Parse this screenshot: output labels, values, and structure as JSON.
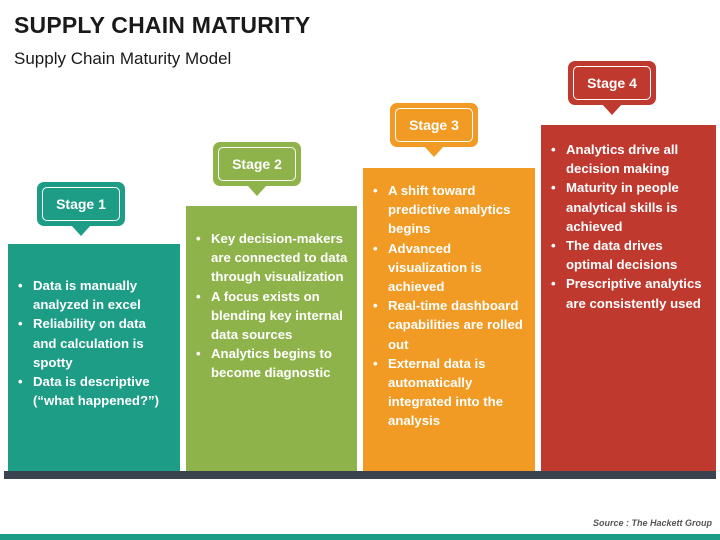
{
  "header": {
    "title": "SUPPLY CHAIN MATURITY",
    "subtitle": "Supply Chain Maturity Model"
  },
  "stages": [
    {
      "label": "Stage 1",
      "color": "#1d9d86",
      "badge_text_color": "#ffffff",
      "bullets": [
        "Data is manually analyzed in excel",
        "Reliability on data and calculation is spotty",
        "Data is descriptive (“what happened?”)"
      ]
    },
    {
      "label": "Stage 2",
      "color": "#8eb34a",
      "badge_text_color": "#ffffff",
      "bullets": [
        "Key decision-makers are connected to data through visualization",
        "A focus exists on blending key internal data sources",
        "Analytics begins to become diagnostic"
      ]
    },
    {
      "label": "Stage 3",
      "color": "#f19a24",
      "badge_text_color": "#ffffff",
      "bullets": [
        "A shift toward predictive analytics begins",
        "Advanced visualization is achieved",
        "Real-time dashboard capabilities are rolled out",
        "External data is automatically integrated into the analysis"
      ]
    },
    {
      "label": "Stage 4",
      "color": "#c0392f",
      "badge_text_color": "#ffffff",
      "bullets": [
        "Analytics drive all decision making",
        "Maturity in people analytical skills is achieved",
        "The data drives optimal decisions",
        "Prescriptive analytics are consistently used"
      ]
    }
  ],
  "footer": {
    "source": "Source : The Hackett Group"
  }
}
